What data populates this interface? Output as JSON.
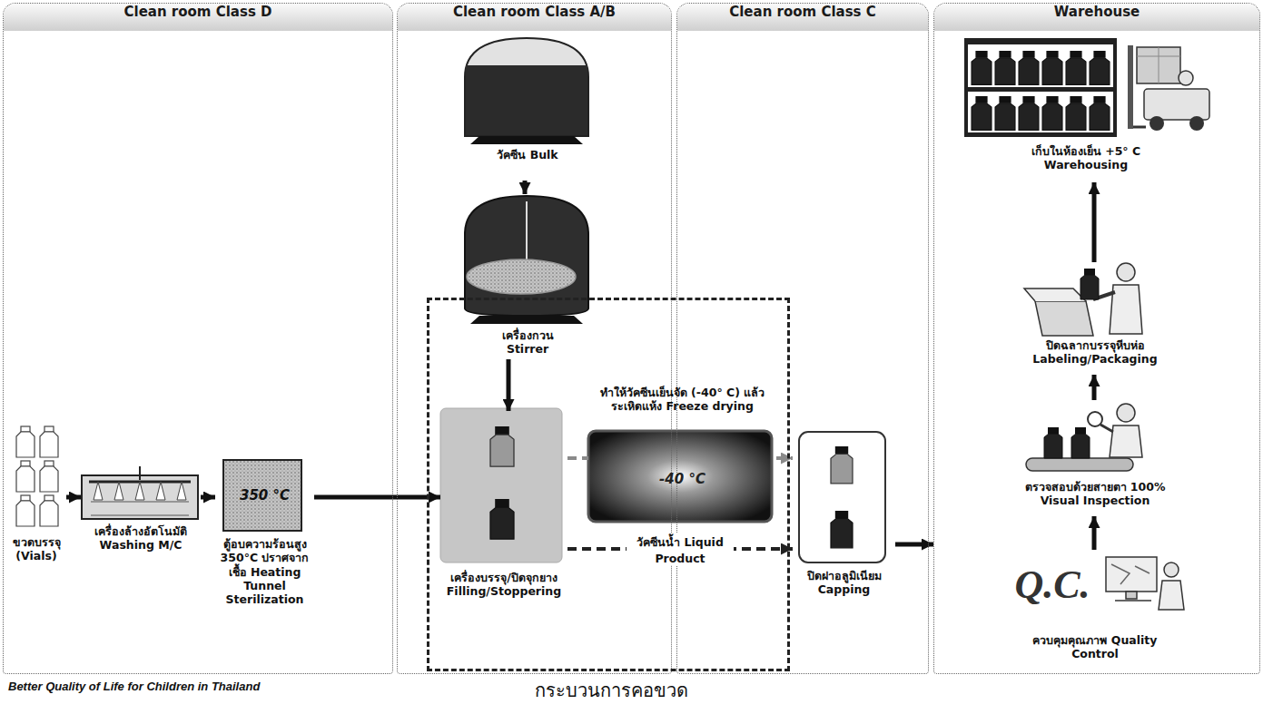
{
  "diagram": {
    "nodes": [
      {
        "text": [
          "Clean room Class D"
        ]
      },
      {
        "text": [
          "ขวดบรรจุ (Vials)"
        ],
        "in": 0
      },
      {
        "text": [
          "เครื่องล้างอัตโนมัติ Washing M/C"
        ],
        "in": 0
      },
      {
        "text": [
          "350 °C",
          "ตู้อบความร้อนสูง 350°C ปราศจากเชื้อ Heating Tunnel Sterilization"
        ],
        "in": 0
      },
      {
        "text": [
          "Clean room Class A/B"
        ]
      },
      {
        "text": [
          "วัคซีน Bulk"
        ],
        "in": 4
      },
      {
        "text": [
          "เครื่องกวน Stirrer"
        ],
        "in": 4
      },
      {
        "text": [
          "Clean room Class C"
        ]
      },
      {
        "text": [
          "ปิดฝาอลูมิเนียม Capping"
        ],
        "in": 7
      },
      {
        "text": [
          "Warehouse"
        ]
      },
      {
        "text": [
          "เก็บในห้องเย็น +5° C Warehousing"
        ],
        "in": 9
      },
      {
        "text": [
          "ปิดฉลากบรรจุหีบห่อ Labeling/Packaging"
        ],
        "in": 9
      },
      {
        "text": [
          "ตรวจสอบด้วยสายตา 100% Visual Inspection"
        ],
        "in": 9
      },
      {
        "text": [
          "Q.C.",
          "ควบคุมคุณภาพ Quality Control"
        ],
        "in": 9
      },
      {
        "text": [
          "กระบวนการคอขวด"
        ]
      },
      {
        "text": [
          "เครื่องบรรจุ/ปิดจุกยาง Filling/Stoppering"
        ],
        "in": 14
      },
      {
        "text": [
          "ทำให้วัคซีนเย็นจัด (-40° C) แล้วระเหิดแห้ง Freeze drying",
          "-40 °C"
        ],
        "in": 14
      }
    ],
    "edges": [
      {
        "from": 1,
        "to": 2,
        "arrow": "to"
      },
      {
        "from": 2,
        "to": 3,
        "arrow": "to"
      },
      {
        "from": 3,
        "to": 15,
        "arrow": "to"
      },
      {
        "from": 5,
        "to": 6,
        "arrow": "to"
      },
      {
        "from": 6,
        "to": 15,
        "arrow": "to"
      },
      {
        "from": 15,
        "to": 16,
        "arrow": "none"
      },
      {
        "from": 16,
        "to": 8,
        "arrow": "to"
      },
      {
        "from": 15,
        "to": 8,
        "label": "วัคซีนน้ำ Liquid Product",
        "arrow": "to"
      },
      {
        "from": 8,
        "to": 9,
        "arrow": "to"
      },
      {
        "from": 13,
        "to": 12,
        "arrow": "to"
      },
      {
        "from": 12,
        "to": 11,
        "arrow": "to"
      },
      {
        "from": 11,
        "to": 10,
        "arrow": "to"
      }
    ],
    "labels": [
      "Better Quality of Life for Children in Thailand"
    ]
  }
}
